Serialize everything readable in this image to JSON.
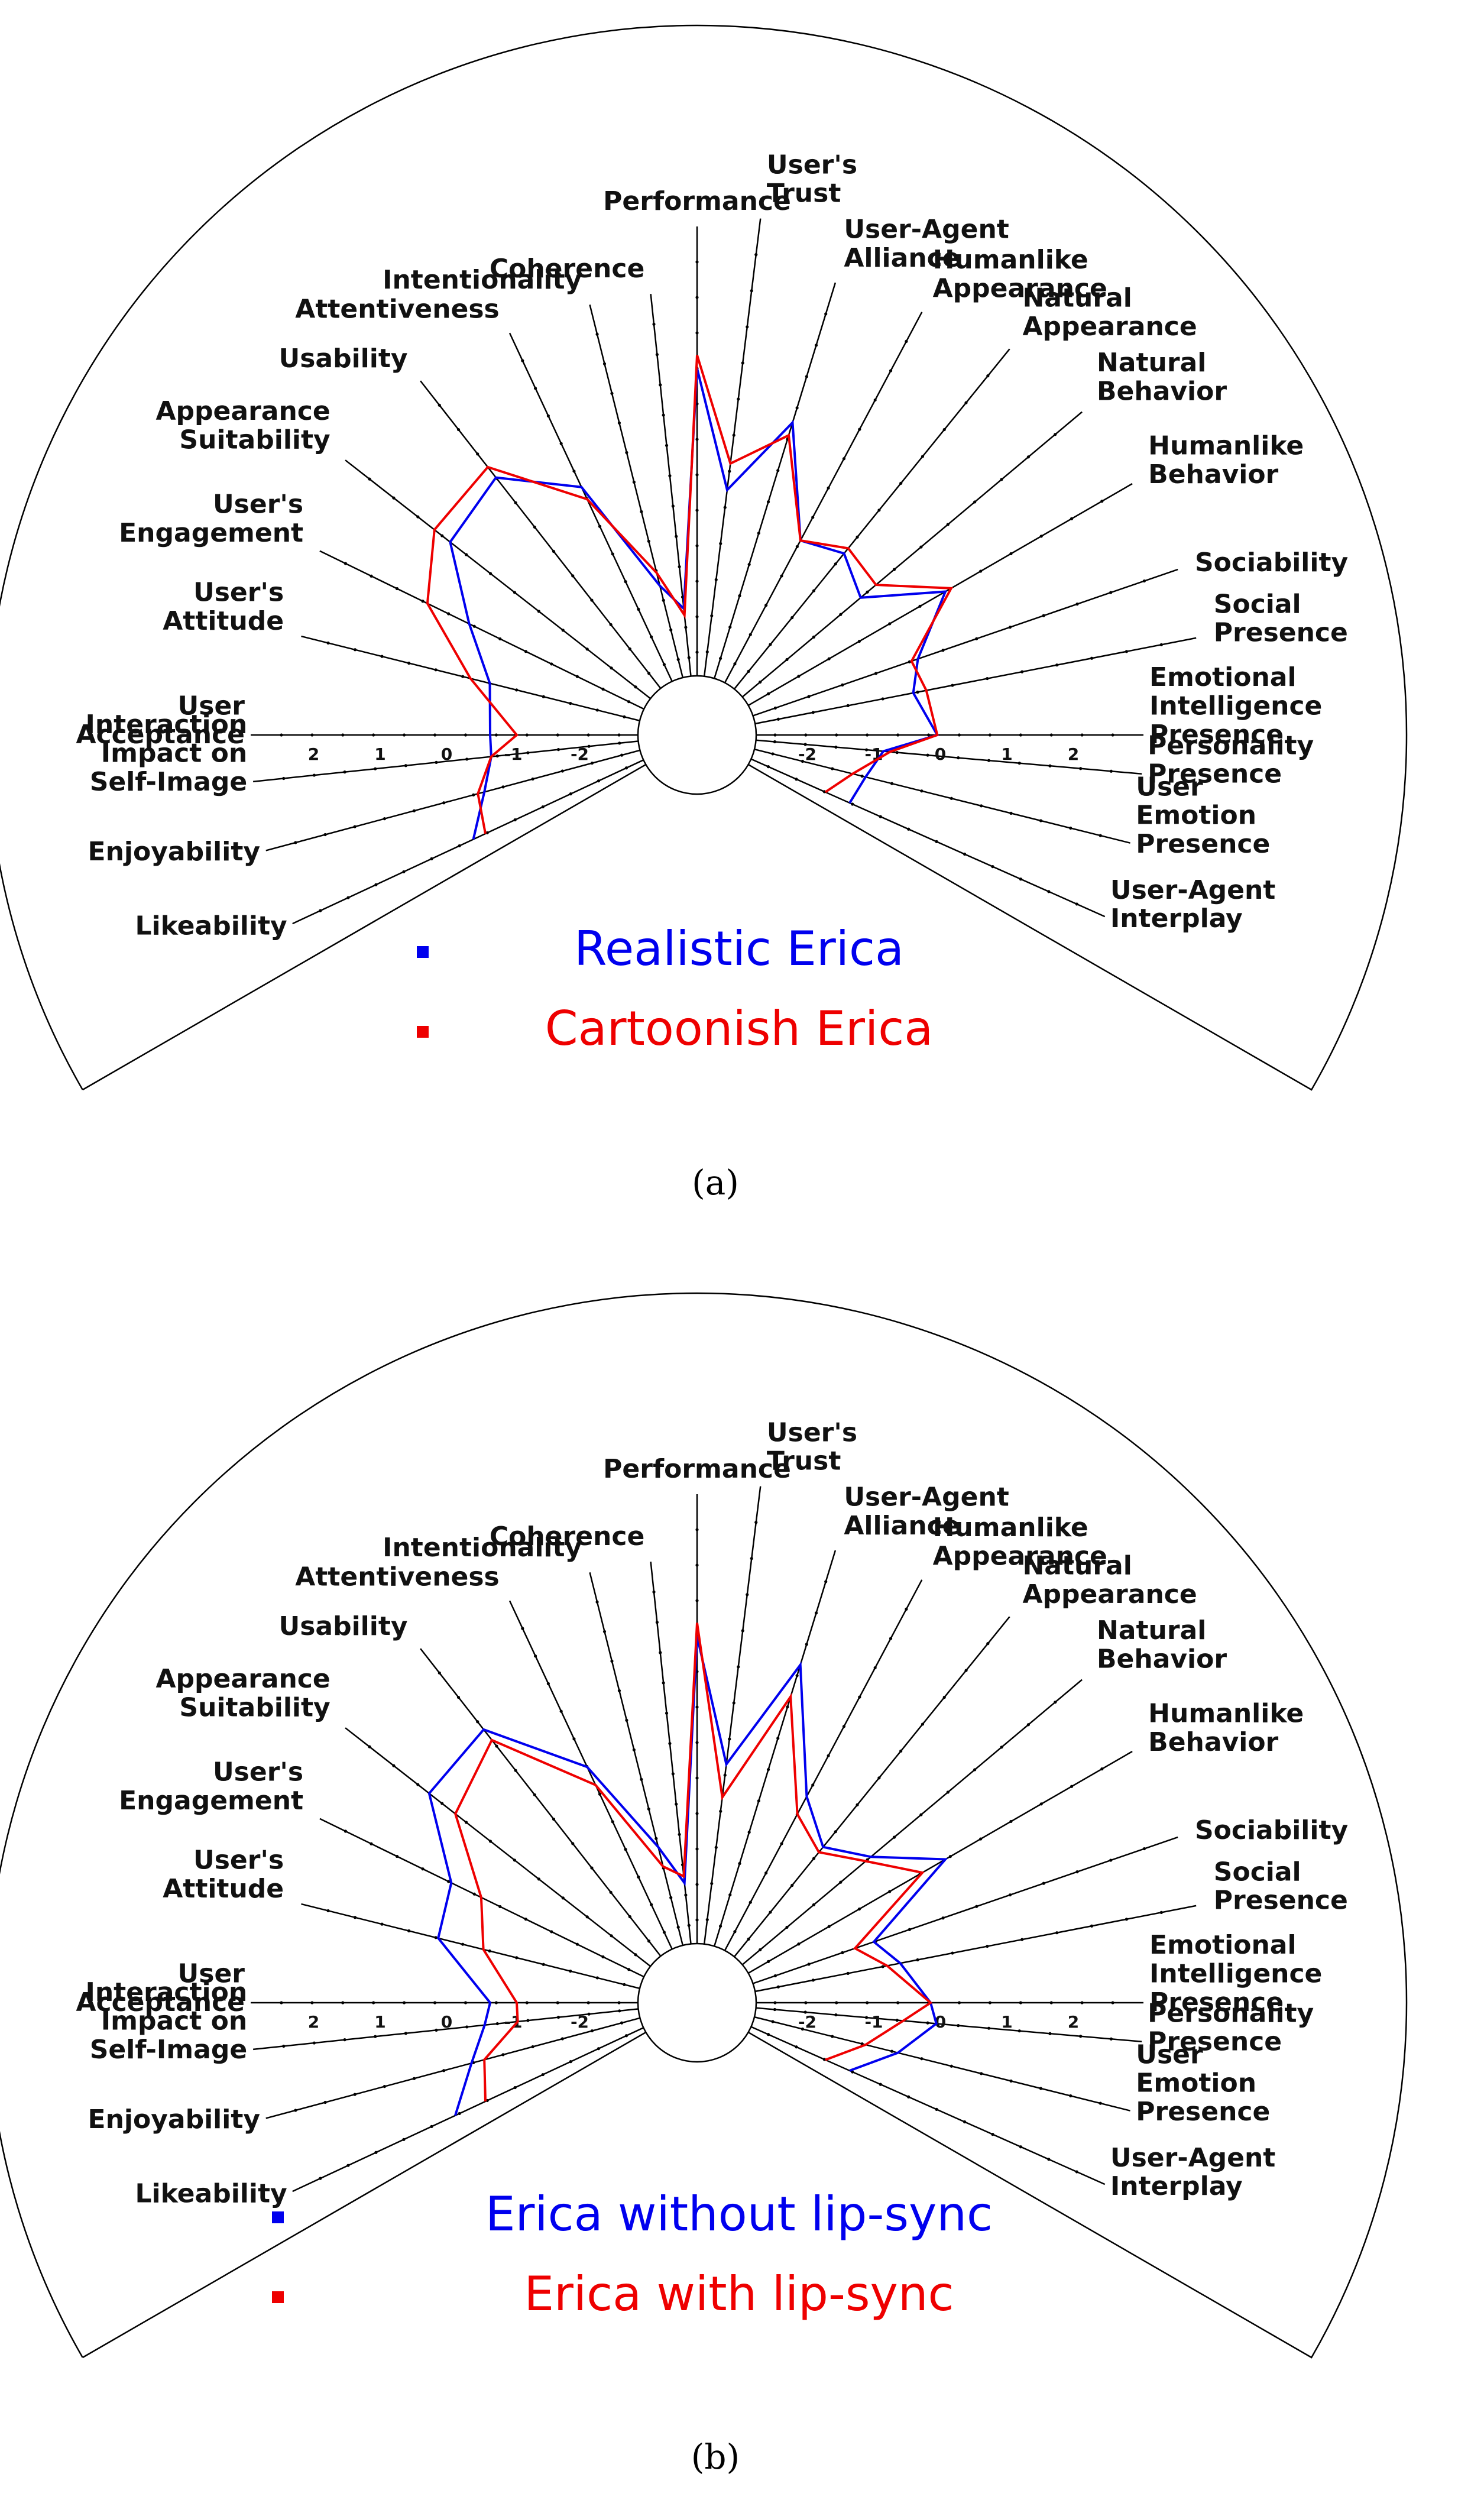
{
  "chart_data": [
    {
      "type": "radar",
      "caption": "(a)",
      "range": [
        -3,
        3
      ],
      "tick_labels": [
        "2",
        "1",
        "0",
        "-1",
        "-2"
      ],
      "left_axes": [
        {
          "label": [
            "User",
            "Acceptance"
          ]
        },
        {
          "label": [
            "Interaction",
            "Impact on",
            "Self-Image"
          ]
        },
        {
          "label": [
            "Enjoyability"
          ]
        },
        {
          "label": [
            "Likeability"
          ]
        }
      ],
      "upper_axes": [
        {
          "label": [
            "User's",
            "Attitude"
          ]
        },
        {
          "label": [
            "User's",
            "Engagement"
          ]
        },
        {
          "label": [
            "Appearance",
            "Suitability"
          ]
        },
        {
          "label": [
            "Usability"
          ]
        },
        {
          "label": [
            "Attentiveness"
          ]
        },
        {
          "label": [
            "Intentionality"
          ]
        },
        {
          "label": [
            "Coherence"
          ]
        },
        {
          "label": [
            "Performance"
          ]
        },
        {
          "label": [
            "User's",
            "Trust"
          ]
        },
        {
          "label": [
            "User-Agent",
            "Alliance"
          ]
        },
        {
          "label": [
            "Humanlike",
            "Appearance"
          ]
        },
        {
          "label": [
            "Natural",
            "Appearance"
          ]
        },
        {
          "label": [
            "Natural",
            "Behavior"
          ]
        },
        {
          "label": [
            "Humanlike",
            "Behavior"
          ]
        },
        {
          "label": [
            "Sociability"
          ]
        },
        {
          "label": [
            "Social",
            "Presence"
          ]
        }
      ],
      "right_axes": [
        {
          "label": [
            "Emotional",
            "Intelligence",
            "Presence"
          ]
        },
        {
          "label": [
            "Personality",
            "Presence"
          ]
        },
        {
          "label": [
            "User",
            "Emotion",
            "Presence"
          ]
        },
        {
          "label": [
            "User-Agent",
            "Interplay"
          ]
        }
      ],
      "series": [
        {
          "name": "Realistic Erica",
          "color": "#0000ee",
          "upper": [
            -0.5,
            0.1,
            1.0,
            1.2,
            0.4,
            -1.4,
            -1.8,
            1.8,
            0.0,
            1.2,
            -0.4,
            -0.2,
            -0.5,
            0.6,
            -0.2,
            -0.4
          ],
          "left": [
            -0.6,
            -0.6,
            -0.4,
            0.0
          ],
          "right": [
            -0.1,
            -0.9,
            -1.1,
            -1.2
          ]
        },
        {
          "name": "Cartoonish Erica",
          "color": "#ee0000",
          "upper": [
            -0.2,
            0.8,
            1.3,
            1.4,
            0.2,
            -1.2,
            -1.9,
            2.0,
            0.4,
            1.0,
            -0.4,
            -0.1,
            -0.2,
            0.7,
            -0.3,
            -0.2
          ],
          "left": [
            -1.0,
            -0.6,
            -0.3,
            -0.2
          ],
          "right": [
            -0.1,
            -0.8,
            -1.3,
            -1.6
          ]
        }
      ]
    },
    {
      "type": "radar",
      "caption": "(b)",
      "range": [
        -3,
        3
      ],
      "tick_labels": [
        "2",
        "1",
        "0",
        "-1",
        "-2"
      ],
      "left_axes": [
        {
          "label": [
            "User",
            "Acceptance"
          ]
        },
        {
          "label": [
            "Interaction",
            "Impact on",
            "Self-Image"
          ]
        },
        {
          "label": [
            "Enjoyability"
          ]
        },
        {
          "label": [
            "Likeability"
          ]
        }
      ],
      "upper_axes": [
        {
          "label": [
            "User's",
            "Attitude"
          ]
        },
        {
          "label": [
            "User's",
            "Engagement"
          ]
        },
        {
          "label": [
            "Appearance",
            "Suitability"
          ]
        },
        {
          "label": [
            "Usability"
          ]
        },
        {
          "label": [
            "Attentiveness"
          ]
        },
        {
          "label": [
            "Intentionality"
          ]
        },
        {
          "label": [
            "Coherence"
          ]
        },
        {
          "label": [
            "Performance"
          ]
        },
        {
          "label": [
            "User's",
            "Trust"
          ]
        },
        {
          "label": [
            "User-Agent",
            "Alliance"
          ]
        },
        {
          "label": [
            "Humanlike",
            "Appearance"
          ]
        },
        {
          "label": [
            "Natural",
            "Appearance"
          ]
        },
        {
          "label": [
            "Natural",
            "Behavior"
          ]
        },
        {
          "label": [
            "Humanlike",
            "Behavior"
          ]
        },
        {
          "label": [
            "Sociability"
          ]
        },
        {
          "label": [
            "Social",
            "Presence"
          ]
        }
      ],
      "right_axes": [
        {
          "label": [
            "Emotional",
            "Intelligence",
            "Presence"
          ]
        },
        {
          "label": [
            "Personality",
            "Presence"
          ]
        },
        {
          "label": [
            "User",
            "Emotion",
            "Presence"
          ]
        },
        {
          "label": [
            "User-Agent",
            "Interplay"
          ]
        }
      ],
      "series": [
        {
          "name": "Erica without lip-sync",
          "color": "#0000ee",
          "upper": [
            0.3,
            0.4,
            1.4,
            1.5,
            0.2,
            -1.3,
            -1.9,
            1.8,
            -0.1,
            1.6,
            -0.2,
            -0.7,
            -0.3,
            0.6,
            -0.9,
            -0.6
          ],
          "left": [
            -0.6,
            -0.5,
            -0.2,
            0.3
          ],
          "right": [
            -0.2,
            -0.1,
            -0.6,
            -1.2
          ]
        },
        {
          "name": "Erica with lip-sync",
          "color": "#ee0000",
          "upper": [
            -0.4,
            -0.1,
            0.9,
            1.3,
            -0.1,
            -1.6,
            -1.8,
            2.0,
            -0.6,
            1.1,
            -0.5,
            -0.8,
            -0.4,
            0.2,
            -1.2,
            -0.8
          ],
          "left": [
            -1.0,
            -1.0,
            -0.4,
            -0.2
          ],
          "right": [
            -0.2,
            -0.6,
            -1.1,
            -1.6
          ]
        }
      ]
    }
  ]
}
